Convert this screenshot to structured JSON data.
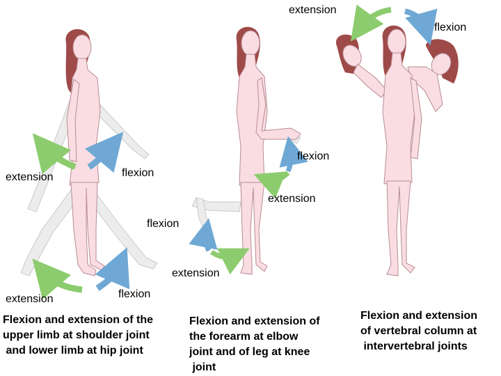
{
  "labels": {
    "p1_arm_extension": "extension",
    "p1_arm_flexion": "flexion",
    "p1_leg_extension": "extension",
    "p1_leg_flexion": "flexion",
    "p2_forearm_flexion": "flexion",
    "p2_forearm_extension": "extension",
    "p2_leg_flexion": "flexion",
    "p2_leg_extension": "extension",
    "p3_extension": "extension",
    "p3_flexion": "flexion"
  },
  "captions": {
    "panel1": "Flexion and extension of the\nupper limb at shoulder joint\n and lower limb at hip joint",
    "panel2": "Flexion and extension of\nthe forearm at elbow\njoint and of leg at knee\n joint",
    "panel3": "Flexion and extension\nof vertebral column at\n intervertebral joints"
  },
  "colors": {
    "extension_arrow": "#8ccc6e",
    "flexion_arrow": "#6fa8d4",
    "skin": "#f9dde3",
    "skin_outline": "#b88a92",
    "hair": "#9e4a48",
    "ghost_limb": "#ececec"
  }
}
